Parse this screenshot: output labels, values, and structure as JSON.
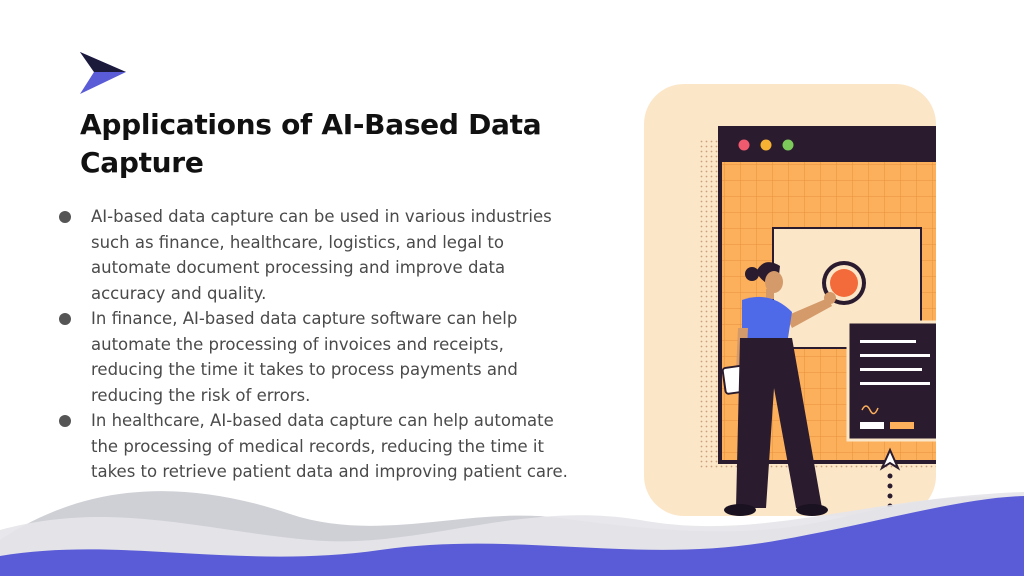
{
  "slide": {
    "title": "Applications of AI-Based Data Capture",
    "bullets": [
      {
        "text": "AI-based data capture can be used in various industries such as finance, healthcare, logistics, and legal to automate document processing and improve data accuracy and quality."
      },
      {
        "text": "In finance, AI-based data capture software can help automate the processing of invoices and receipts, reducing the time it takes to process payments and reducing the risk of errors."
      },
      {
        "text": "In healthcare, AI-based data capture can help automate the processing of medical records, reducing the time it takes to retrieve patient data and improving patient care."
      }
    ]
  },
  "colors": {
    "accent": "#5a5bd6",
    "logo_dark": "#1c1a3a",
    "card_bg": "#fbe6c8",
    "window_orange": "#fdb05c",
    "window_dark": "#2a1b2e"
  },
  "icons": [
    "arrow-logo-icon",
    "illustration-woman-with-document"
  ]
}
